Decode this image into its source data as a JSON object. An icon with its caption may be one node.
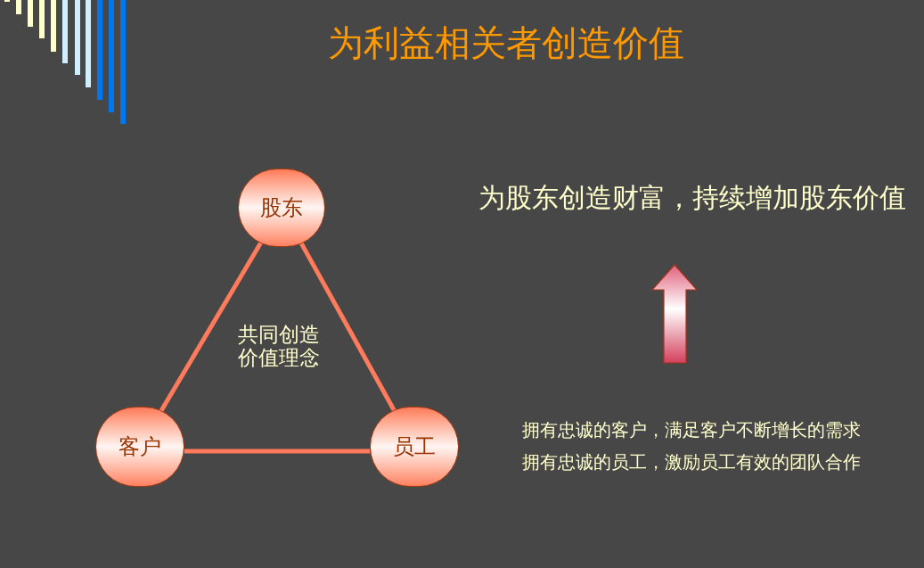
{
  "diagram": {
    "title": "为利益相关者创造价值",
    "nodes": [
      {
        "text": [
          "股东"
        ]
      },
      {
        "text": [
          "客户"
        ]
      },
      {
        "text": [
          "员工"
        ]
      }
    ],
    "edges": [
      {
        "from": 0,
        "to": 1,
        "arrow": "none"
      },
      {
        "from": 0,
        "to": 2,
        "arrow": "none"
      },
      {
        "from": 1,
        "to": 2,
        "arrow": "none"
      }
    ],
    "labels": [
      "共同创造价值理念",
      "为股东创造财富，持续增加股东价值",
      "拥有忠诚的客户，满足客户不断增长的需求",
      "拥有忠诚的员工，激励员工有效的团队合作"
    ]
  }
}
